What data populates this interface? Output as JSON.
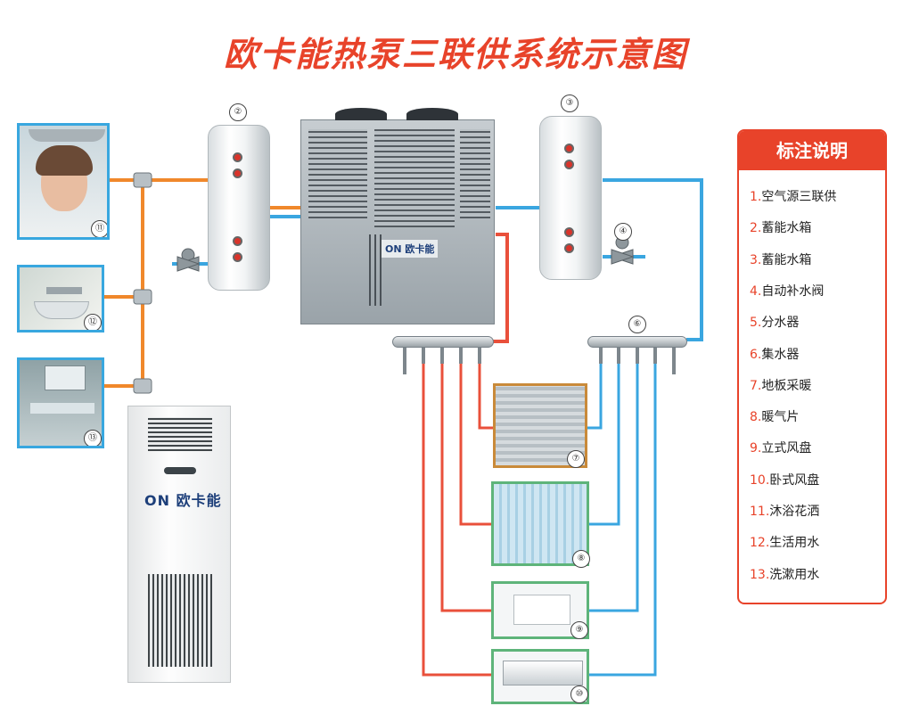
{
  "title": "欧卡能热泵三联供系统示意图",
  "brand": "欧卡能",
  "legend": {
    "heading": "标注说明",
    "items": [
      {
        "num": "1.",
        "text": "空气源三联供"
      },
      {
        "num": "2.",
        "text": "蓄能水箱"
      },
      {
        "num": "3.",
        "text": "蓄能水箱"
      },
      {
        "num": "4.",
        "text": "自动补水阀"
      },
      {
        "num": "5.",
        "text": "分水器"
      },
      {
        "num": "6.",
        "text": "集水器"
      },
      {
        "num": "7.",
        "text": "地板采暖"
      },
      {
        "num": "8.",
        "text": "暖气片"
      },
      {
        "num": "9.",
        "text": "立式风盘"
      },
      {
        "num": "10.",
        "text": "卧式风盘"
      },
      {
        "num": "11.",
        "text": "沐浴花洒"
      },
      {
        "num": "12.",
        "text": "生活用水"
      },
      {
        "num": "13.",
        "text": "洗漱用水"
      }
    ]
  },
  "markers": {
    "tank_left": "②",
    "tank_right": "③",
    "valve": "④",
    "collector": "⑥",
    "shower": "⑪",
    "domestic": "⑫",
    "washing": "⑬",
    "floor": "⑦",
    "radiator": "⑧",
    "floor_coil": "⑨",
    "ceiling_coil": "⑩"
  },
  "colors": {
    "hot_pipe": "#f0882b",
    "cold_pipe": "#3aa6e0",
    "return_pipe": "#e9503b",
    "accent": "#e8432a"
  }
}
